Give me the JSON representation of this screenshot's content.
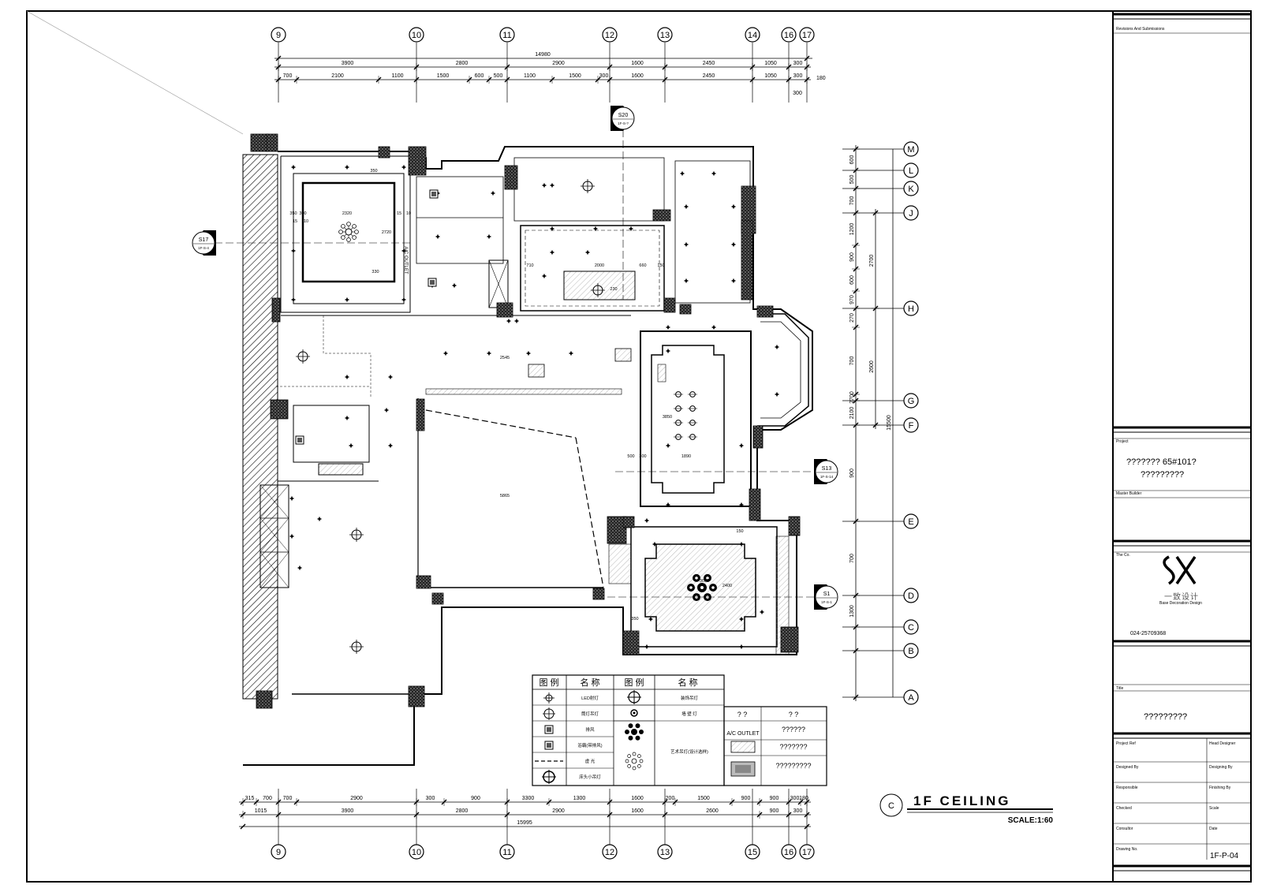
{
  "drawing": {
    "title": "1F CEILING",
    "scale": "SCALE:1:60",
    "section_mark": "C"
  },
  "grids": {
    "vertical_top": [
      "9",
      "10",
      "11",
      "12",
      "13",
      "14",
      "16",
      "17"
    ],
    "vertical_bottom": [
      "9",
      "10",
      "11",
      "12",
      "13",
      "15",
      "16",
      "17"
    ],
    "horizontal": [
      "M",
      "L",
      "K",
      "J",
      "H",
      "G",
      "F",
      "E",
      "D",
      "C",
      "B",
      "A"
    ]
  },
  "dimensions": {
    "top_total": "14980",
    "top_row1": [
      "3900",
      "2800",
      "2900",
      "1600",
      "2450",
      "1050",
      "300"
    ],
    "top_row2": [
      "700",
      "2100",
      "1100",
      "1500",
      "600",
      "500",
      "1100",
      "1500",
      "300",
      "1600",
      "2450",
      "1050",
      "300"
    ],
    "top_extra": [
      "180",
      "300"
    ],
    "right_row1": [
      "600",
      "500",
      "700",
      "1200",
      "900",
      "600",
      "970",
      "270",
      "700",
      "2700",
      "2100",
      "900",
      "700",
      "1300"
    ],
    "right_row2": [
      "2700",
      "2600"
    ],
    "right_total": "15500",
    "bottom_row1": [
      "315",
      "700",
      "700",
      "2900",
      "300",
      "900",
      "3300",
      "1300",
      "1600",
      "200",
      "1500",
      "900",
      "900",
      "300",
      "180"
    ],
    "bottom_row2": [
      "1015",
      "3900",
      "2800",
      "2900",
      "1600",
      "2600",
      "900",
      "300"
    ],
    "bottom_total": "15995",
    "inner": [
      "2320",
      "350",
      "300",
      "15",
      "10",
      "2720",
      "350",
      "330",
      "15",
      "10",
      "710",
      "2000",
      "660",
      "150",
      "2545",
      "5865",
      "3850",
      "500",
      "300",
      "1890",
      "3080",
      "2400",
      "350",
      "150",
      "230"
    ]
  },
  "section_markers": [
    {
      "id": "S20",
      "ref": "1F-S-?"
    },
    {
      "id": "S17",
      "ref": "1F-S-4"
    },
    {
      "id": "S13",
      "ref": "1F-S-14"
    },
    {
      "id": "S1",
      "ref": "1F-S-1"
    }
  ],
  "legend": {
    "headers": [
      "图 例",
      "名 称",
      "图 例",
      "名 称"
    ],
    "rows": [
      {
        "name": "LED射灯"
      },
      {
        "name": "筒灯吊灯"
      },
      {
        "name": "排风"
      },
      {
        "name": "浴霸(带排风)"
      },
      {
        "name": "虚 光"
      },
      {
        "name": "床头小吊灯"
      }
    ],
    "right_rows": [
      {
        "name": "装饰吊灯"
      },
      {
        "name": "墙 壁 灯"
      },
      {
        "name": "艺术吊灯(设计选样)"
      }
    ],
    "extra_headers": [
      "? ?",
      "? ?"
    ],
    "extra_rows": [
      {
        "symbol_label": "A/C OUTLET",
        "name": "??????"
      },
      {
        "name": "???????"
      },
      {
        "name": "?????????"
      }
    ],
    "ac_outlet_label": "A/C OUTLET"
  },
  "title_block": {
    "revisions_label": "Revisions And Submissions",
    "project_label": "Project",
    "project_name_line1": "??????? 65#101?",
    "project_name_line2": "?????????",
    "master_builder_label": "Master Builder",
    "the_co_label": "The Co.",
    "company_cn": "一致设计",
    "company_en": "Base Decoration Design",
    "phone": "024-25709368",
    "title_label": "Title",
    "drawing_title": "?????????",
    "fields_left": [
      "Project Ref",
      "Designed By",
      "Responsible",
      "Checked",
      "Consultor",
      "Drawing No."
    ],
    "fields_right": [
      "Head Designer",
      "Designing By",
      "Finishing By",
      "Scale",
      "Date"
    ],
    "drawing_no": "1F-P-04"
  },
  "colors": {
    "line": "#000000",
    "background": "#ffffff",
    "hatch": "#000000"
  }
}
